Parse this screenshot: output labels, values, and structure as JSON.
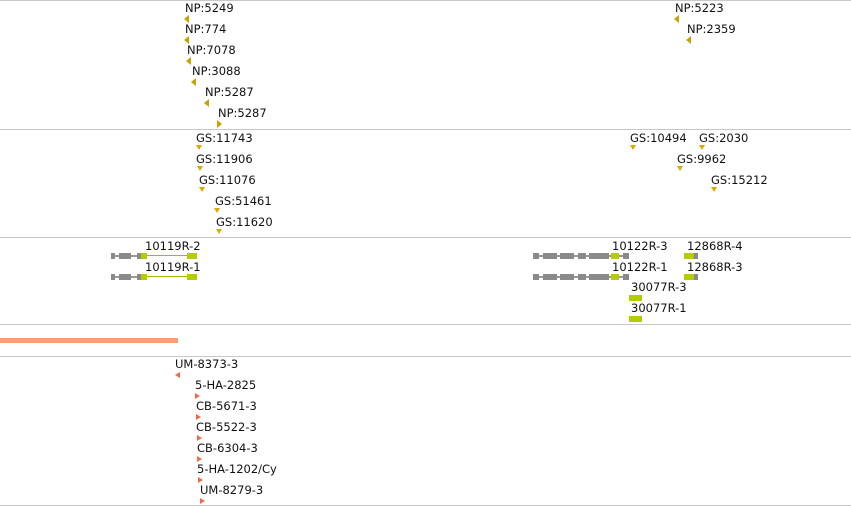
{
  "np_track": {
    "color": "#c9a100",
    "labels": [
      "NP:5249",
      "NP:774",
      "NP:7078",
      "NP:3088",
      "NP:5287",
      "NP:5287",
      "NP:5223",
      "NP:2359"
    ]
  },
  "gs_track": {
    "color": "#e0a800",
    "labels": [
      "GS:11743",
      "GS:11906",
      "GS:11076",
      "GS:51461",
      "GS:11620",
      "GS:10494",
      "GS:2030",
      "GS:9962",
      "GS:15212"
    ]
  },
  "gene_track": {
    "colors": {
      "gray": "#8a8a8a",
      "yellow_green": "#b5cc00"
    },
    "labels": [
      "10119R-2",
      "10119R-1",
      "10122R-3",
      "10122R-1",
      "12868R-4",
      "12868R-3",
      "30077R-3",
      "30077R-1"
    ]
  },
  "coverage_track": {
    "color": "#f5a070"
  },
  "um_track": {
    "color": "#f06a4a",
    "labels": [
      "UM-8373-3",
      "5-HA-2825",
      "CB-5671-3",
      "CB-5522-3",
      "CB-6304-3",
      "5-HA-1202/Cy",
      "UM-8279-3"
    ]
  }
}
